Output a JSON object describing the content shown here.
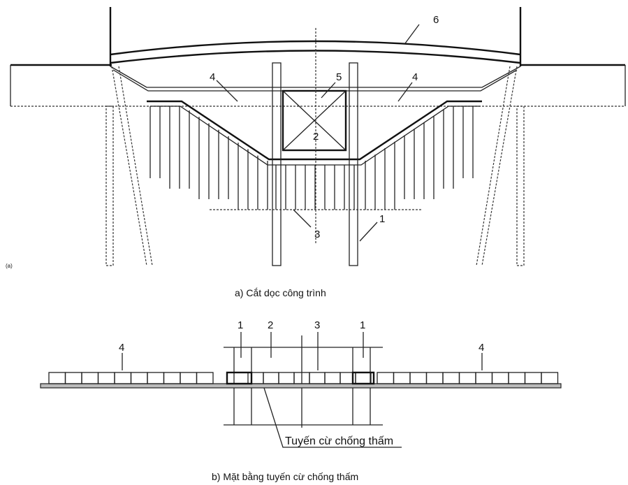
{
  "section_a": {
    "caption": "a) Cắt dọc công trình",
    "labels": {
      "roof": "6",
      "slab_left": "4",
      "slab_right": "4",
      "gate": "5",
      "sill": "2",
      "sheet_pile": "3",
      "pile": "1"
    },
    "corner_mark": "(a)"
  },
  "section_b": {
    "caption": "b) Mặt bằng tuyến cừ chống thấm",
    "labels": {
      "pier_left": "1",
      "chamber": "2",
      "sill": "3",
      "pier_right": "1",
      "wing_left": "4",
      "wing_right": "4"
    },
    "cutoff_line_label": "Tuyến cừ chống thấm"
  }
}
